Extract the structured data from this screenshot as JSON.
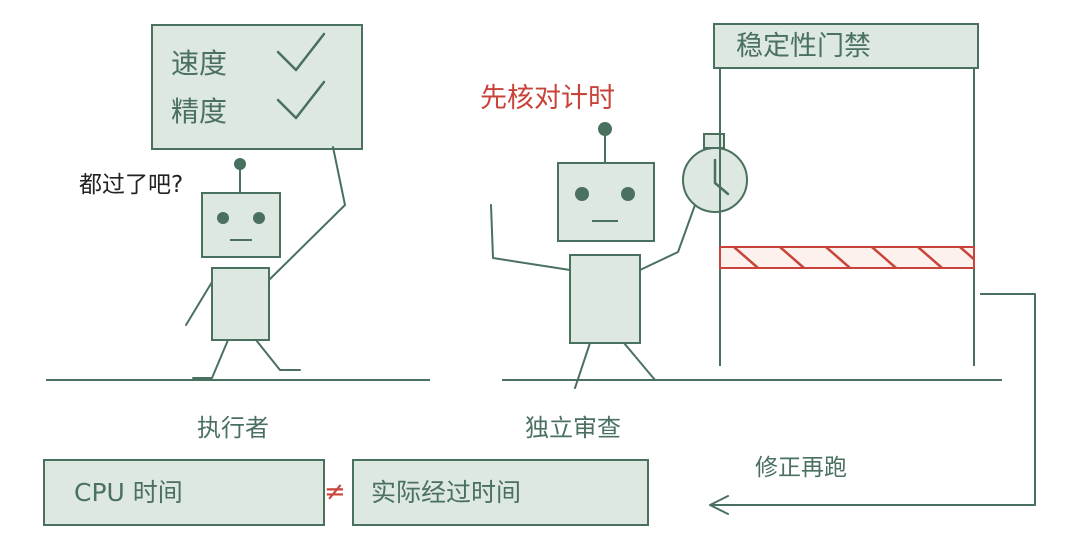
{
  "checklist": {
    "items": [
      {
        "label": "速度",
        "checked": true
      },
      {
        "label": "精度",
        "checked": true
      }
    ]
  },
  "executor": {
    "speech": "都过了吧?",
    "caption": "执行者"
  },
  "reviewer": {
    "headline": "先核对计时",
    "caption": "独立审查"
  },
  "gate": {
    "title": "稳定性门禁"
  },
  "loop": {
    "label": "修正再跑"
  },
  "compare": {
    "left": "CPU 时间",
    "symbol": "≠",
    "right": "实际经过时间"
  },
  "colors": {
    "stroke": "#4a7060",
    "fill": "#dde8e1",
    "accent_red": "#c8443a",
    "text_dark": "#222222"
  }
}
